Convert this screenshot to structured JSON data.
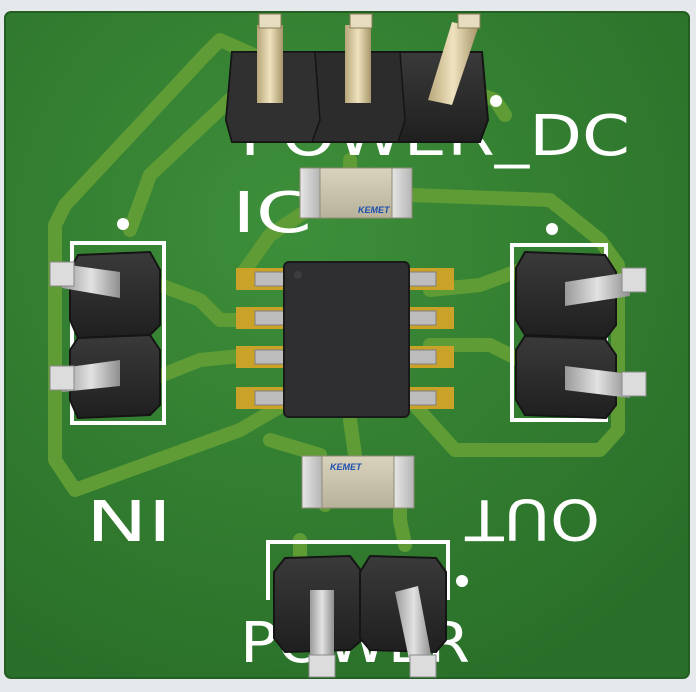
{
  "board": {
    "colors": {
      "soldermask": "#2e7a2c",
      "trace": "#5f9c35",
      "silkscreen": "#ffffff",
      "pad": "#c9a227",
      "header_body": "#2b2b2b",
      "pin": "#c8c8c8",
      "capacitor_body": "#cfc9b4",
      "ic_body": "#2f2f31"
    },
    "labels": {
      "power_dc": "POWER_DC",
      "in": "IN",
      "out": "OUT",
      "power": "POWER",
      "ic_ref": "IC",
      "cap_brand_top": "KEMET",
      "cap_brand_bottom": "KEMET"
    },
    "components": {
      "power_dc_pins": 3,
      "in_pins": 2,
      "out_pins": 2,
      "power_pins": 2,
      "ic_pins_per_side": 4
    }
  }
}
